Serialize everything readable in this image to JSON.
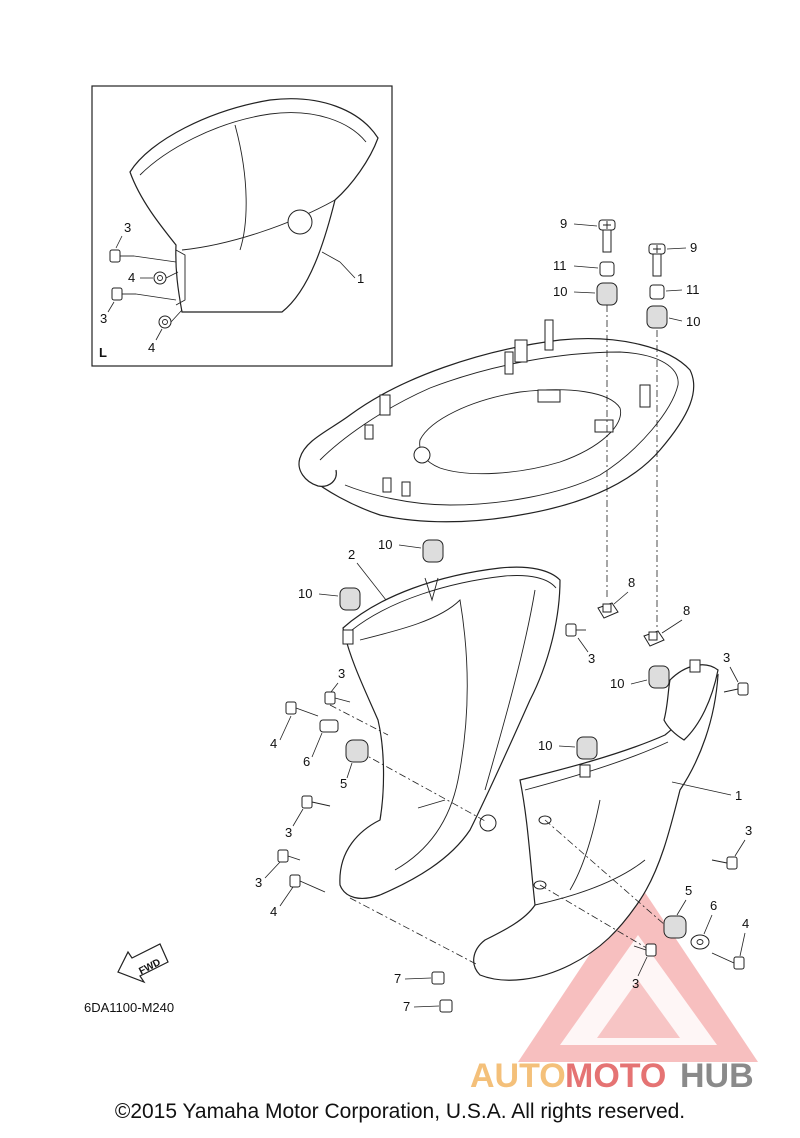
{
  "inset": {
    "label": "L"
  },
  "diagram_code": "6DA1100-M240",
  "fwd_label": "FWD",
  "copyright": "©2015 Yamaha Motor Corporation, U.S.A. All rights reserved.",
  "watermark": {
    "part1": "AUTO",
    "part2": "MOTO",
    "part3": "HUB"
  },
  "callouts": {
    "inset_3a": "3",
    "inset_4a": "4",
    "inset_3b": "3",
    "inset_4b": "4",
    "inset_1": "1",
    "top_9a": "9",
    "top_11a": "11",
    "top_10a": "10",
    "top_9b": "9",
    "top_11b": "11",
    "top_10b": "10",
    "m_10a": "10",
    "m_2": "2",
    "m_10b": "10",
    "m_8a": "8",
    "m_8b": "8",
    "m_3a": "3",
    "m_3b": "3",
    "m_3c": "3",
    "m_10c": "10",
    "m_4a": "4",
    "m_6a": "6",
    "m_5a": "5",
    "m_10d": "10",
    "m_1": "1",
    "m_3d": "3",
    "m_3e": "3",
    "m_3f": "3",
    "m_4b": "4",
    "m_5b": "5",
    "m_6b": "6",
    "m_4c": "4",
    "m_3g": "3",
    "m_7a": "7",
    "m_7b": "7"
  },
  "colors": {
    "watermark_red": "#e57373",
    "watermark_orange": "#f4c07a",
    "watermark_gray": "#8a8a8a",
    "ink": "#222222"
  }
}
